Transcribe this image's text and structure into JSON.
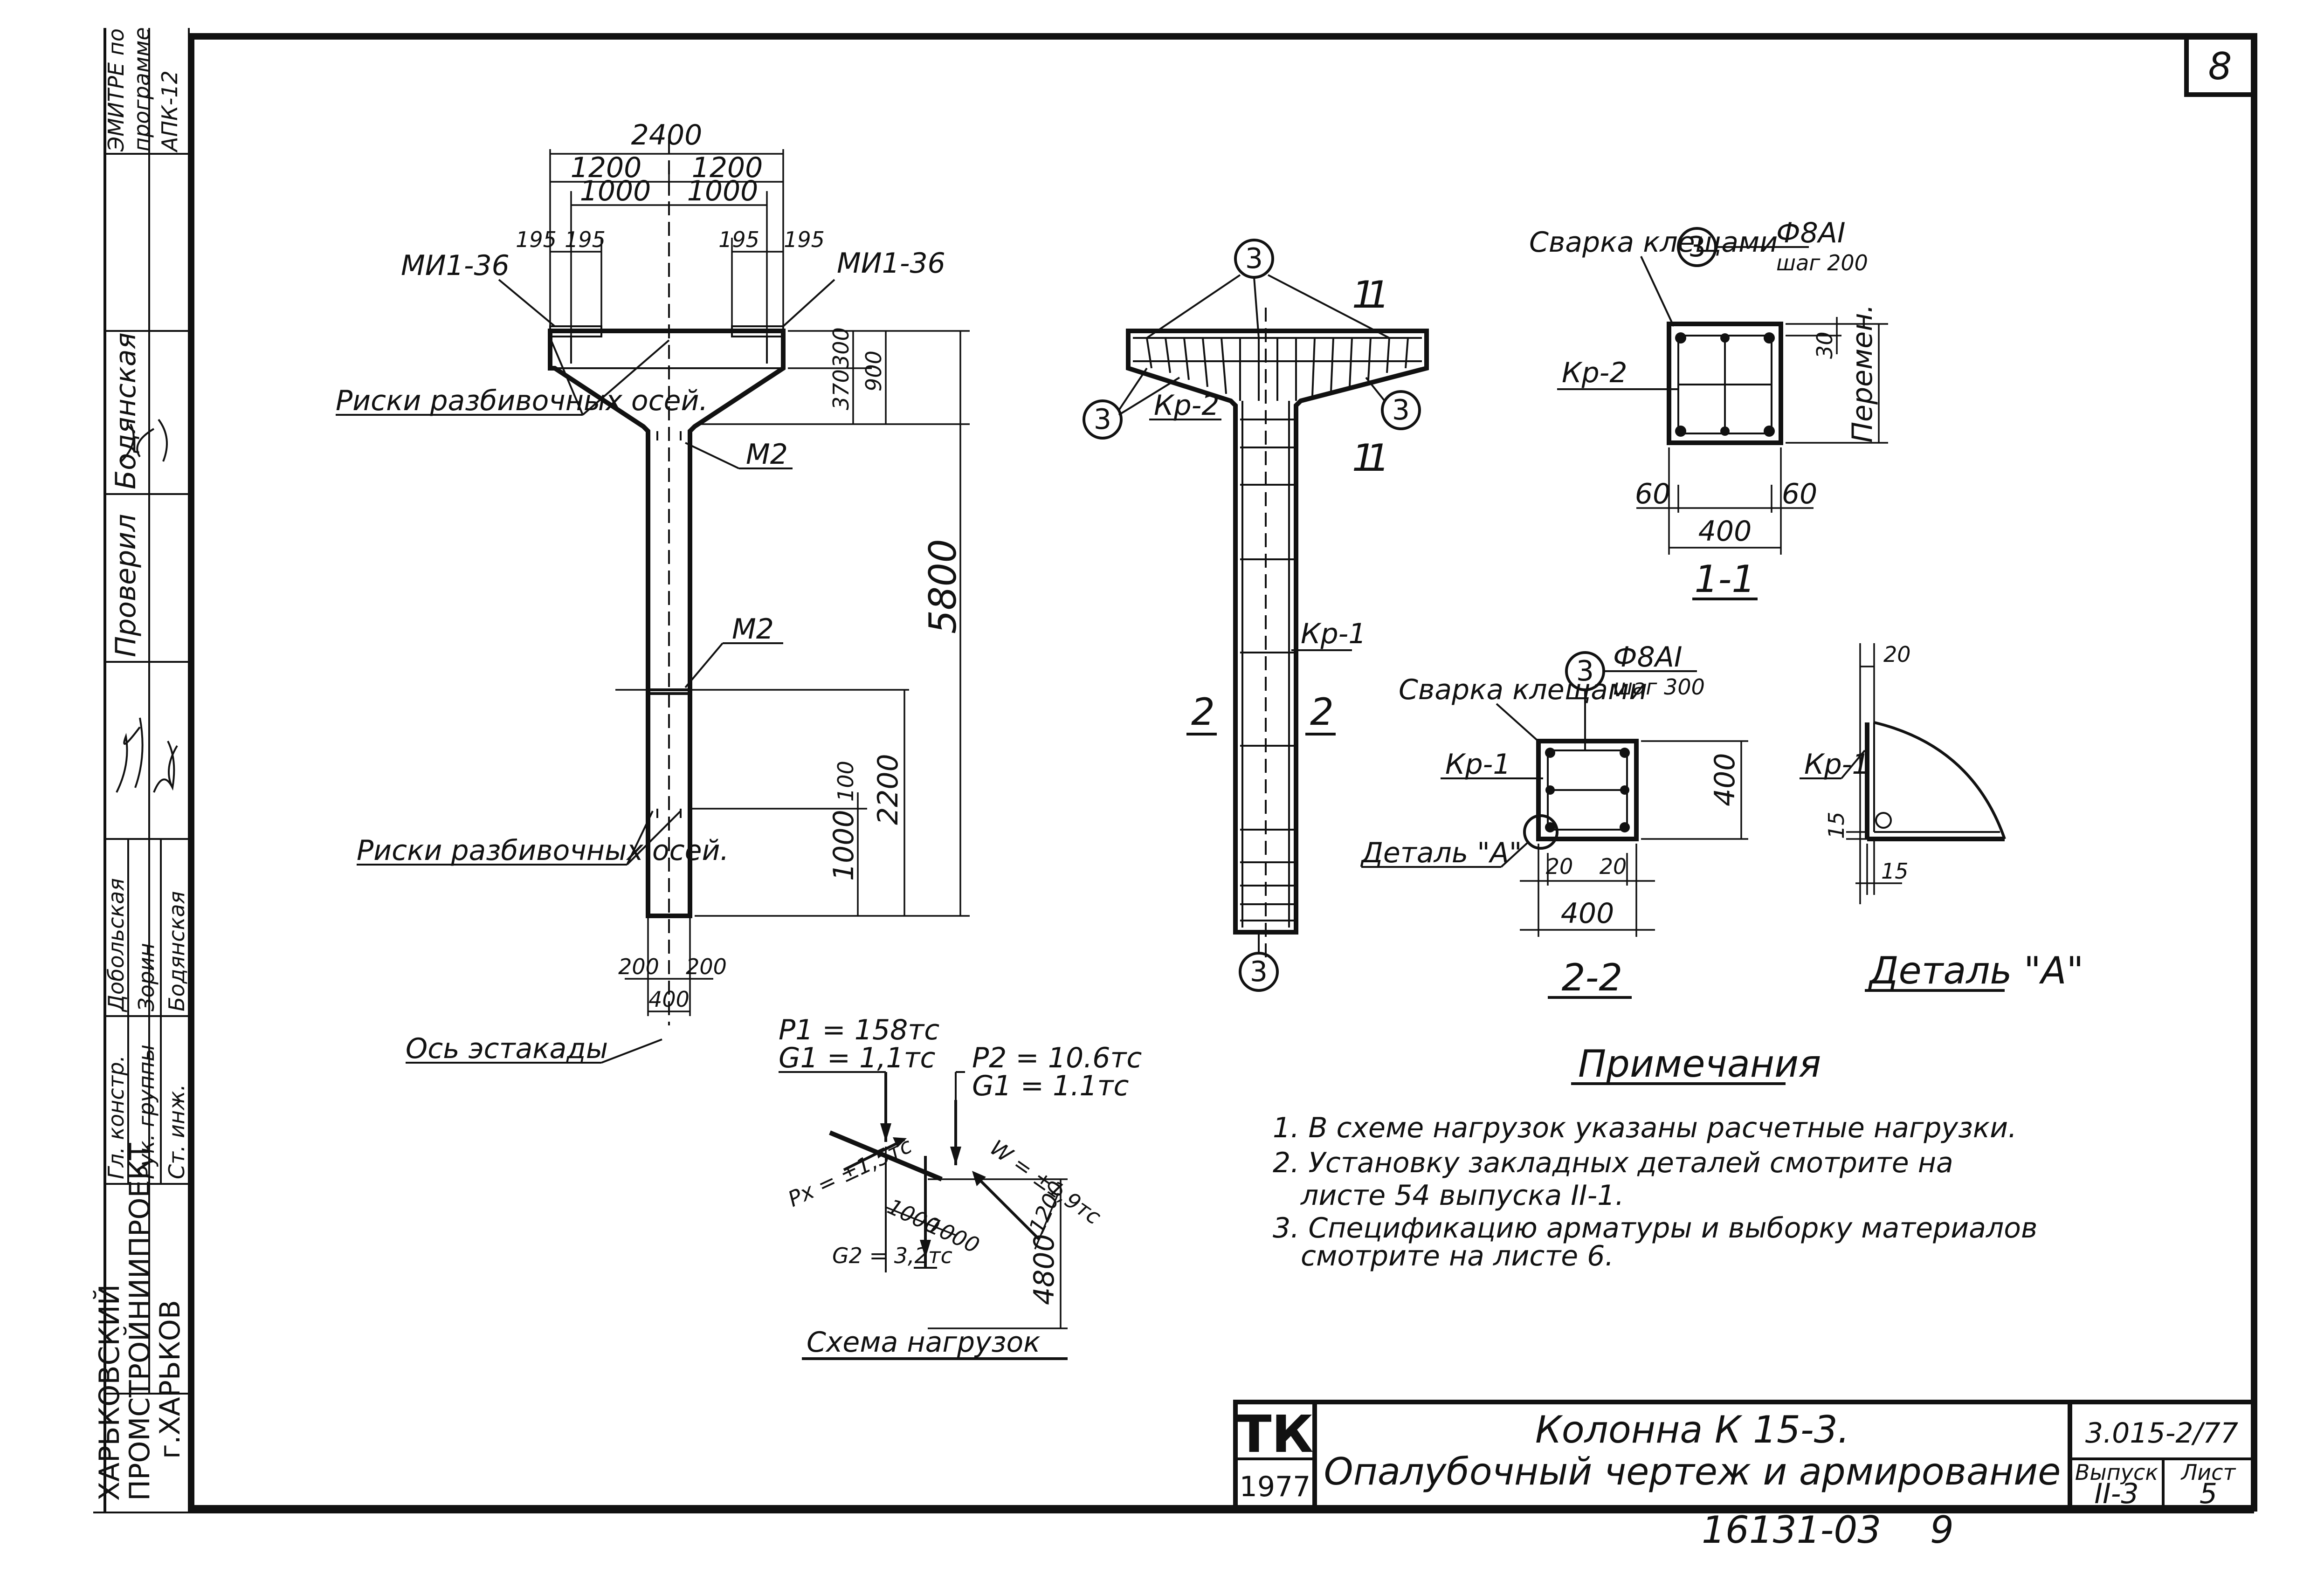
{
  "sheet": {
    "sheet_no": "8",
    "archive_no": "16131-03",
    "archive_page": "9"
  },
  "stamp": {
    "org_line1": "ХАРЬКОВСКИЙ",
    "org_line2": "ПРОМСТРОЙНИИПРОЕКТ",
    "org_line3": "г.ХАРЬКОВ",
    "roles": [
      {
        "role": "Гл. констр.",
        "name": "Добольская"
      },
      {
        "role": "Рук. группы",
        "name": "Зорин"
      },
      {
        "role": "Ст. инж.",
        "name": "Бодянская"
      }
    ],
    "checked_label": "Проверил",
    "checked_name": "Бодянская",
    "program_line1": "ЭМИТРЕ по",
    "program_line2": "программе",
    "program_line3": "АПК-12"
  },
  "title_block": {
    "logo": "ТК",
    "year": "1977",
    "title_line1": "Колонна К 15-3.",
    "title_line2": "Опалубочный чертеж и армирование",
    "doc_code": "3.015-2/77",
    "issue_label": "Выпуск",
    "issue_value": "II-3",
    "sheet_label": "Лист",
    "sheet_value": "5"
  },
  "elevation": {
    "dim_total": "2400",
    "dim_half_left": "1200",
    "dim_half_right": "1200",
    "dim_1000_left": "1000",
    "dim_1000_right": "1000",
    "dim_195_a": "195",
    "dim_195_b": "195",
    "dim_195_c": "195",
    "dim_195_d": "195",
    "plate_left": "МИ1-36",
    "plate_right": "МИ1-36",
    "marks_top": "Риски разбивочных осей.",
    "m2_top": "М2",
    "m2_mid": "М2",
    "dim_370": "370",
    "dim_300": "300",
    "dim_900": "900",
    "dim_5800": "5800",
    "dim_100": "100",
    "dim_2200": "2200",
    "dim_1000_v": "1000",
    "marks_bottom": "Риски разбивочных осей.",
    "dim_200_left": "200",
    "dim_200_right": "200",
    "dim_400": "400",
    "axis_label": "Ось эстакады"
  },
  "reinforcement": {
    "bubble": "3",
    "section_mark": "1",
    "kr2": "Кр-2",
    "kr1": "Кр-1",
    "section2_mark": "2"
  },
  "section11": {
    "welding": "Сварка клещами",
    "bar": "Ф8АI",
    "pitch": "шаг 200",
    "kr2": "Кр-2",
    "dim_30": "30",
    "variable": "Перемен.",
    "dim_60_left": "60",
    "dim_60_right": "60",
    "dim_400": "400",
    "title": "1-1"
  },
  "section22": {
    "welding": "Сварка клещами",
    "bar": "Ф8АI",
    "pitch": "шаг 300",
    "kr1": "Кр-1",
    "dim_400_v": "400",
    "detail_ref": "Деталь \"А\"",
    "dim_20_left": "20",
    "dim_20_right": "20",
    "dim_400_h": "400",
    "title": "2-2"
  },
  "detailA": {
    "dim_20_top": "20",
    "kr1": "Кр-1",
    "dim_15_left": "15",
    "dim_15_bottom": "15",
    "title": "Деталь \"А\""
  },
  "loads": {
    "p1": "P1 = 158тс",
    "g1_left": "G1 = 1,1тс",
    "p2": "P2 = 10.6тс",
    "g1_right": "G1 = 1.1тс",
    "px": "Px = ±1,5тс",
    "w": "W = ±1,9тс",
    "dim_1000_a": "1000",
    "dim_1000_b": "1000",
    "dim_1200": "1200",
    "g2": "G2 = 3,2тс",
    "dim_4800": "4800",
    "title": "Схема нагрузок"
  },
  "notes": {
    "title": "Примечания",
    "items": [
      "1. В схеме нагрузок указаны расчетные нагрузки.",
      "2. Установку закладных деталей смотрите на",
      "листе 54 выпуска II-1.",
      "3. Спецификацию арматуры и выборку материалов",
      "смотрите на листе 6."
    ]
  }
}
